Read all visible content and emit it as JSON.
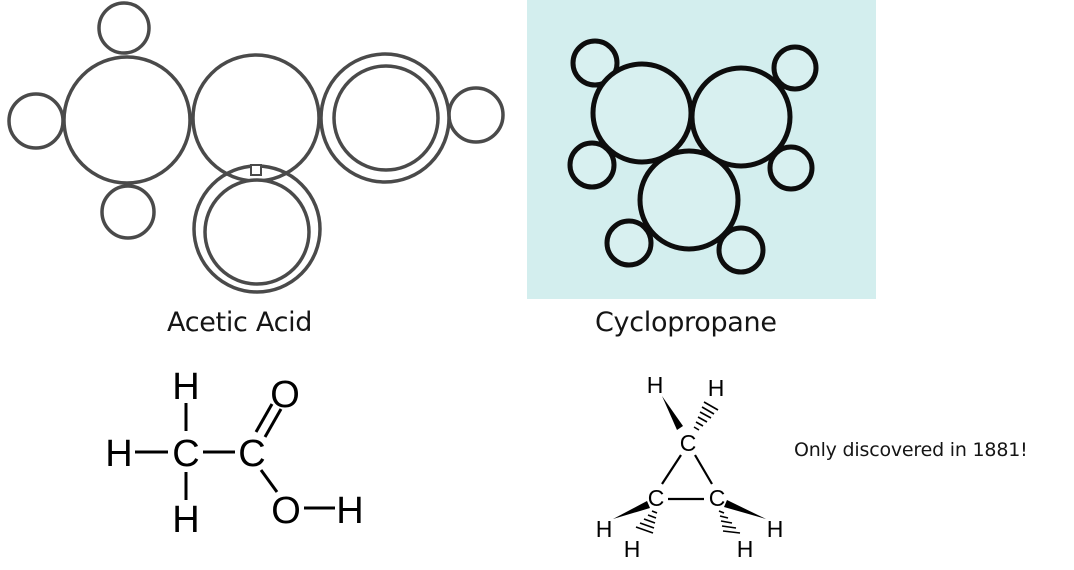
{
  "molecules": [
    {
      "name": "Acetic Acid",
      "model_style": "space-filling outline",
      "model_atoms": [
        {
          "element": "C",
          "role": "methyl-carbon"
        },
        {
          "element": "C",
          "role": "carboxyl-carbon"
        },
        {
          "element": "O",
          "role": "carbonyl-oxygen",
          "double_ring": true
        },
        {
          "element": "O",
          "role": "hydroxyl-oxygen",
          "double_ring": true
        },
        {
          "element": "H"
        },
        {
          "element": "H"
        },
        {
          "element": "H"
        },
        {
          "element": "H"
        }
      ],
      "structural_formula": {
        "atoms": {
          "h_top": "H",
          "h_left": "H",
          "h_bottom": "H",
          "c1": "C",
          "c2": "C",
          "o_double": "O",
          "o_single": "O",
          "h_oh": "H"
        },
        "bonds": [
          "H-C1",
          "H-C1",
          "H-C1",
          "C1-C2",
          "C2=O",
          "C2-O",
          "O-H"
        ]
      }
    },
    {
      "name": "Cyclopropane",
      "model_style": "space-filling outline on cyan background",
      "model_atoms": [
        {
          "element": "C"
        },
        {
          "element": "C"
        },
        {
          "element": "C"
        },
        {
          "element": "H"
        },
        {
          "element": "H"
        },
        {
          "element": "H"
        },
        {
          "element": "H"
        },
        {
          "element": "H"
        },
        {
          "element": "H"
        }
      ],
      "structural_formula": {
        "atoms": {
          "c_top": "C",
          "c_left": "C",
          "c_right": "C",
          "h1": "H",
          "h2": "H",
          "h3": "H",
          "h4": "H",
          "h5": "H",
          "h6": "H"
        },
        "bonds": [
          "C-C ring x3",
          "wedge and hash C-H bonds x6"
        ]
      },
      "note": "Only discovered in 1881!"
    }
  ],
  "colors": {
    "background": "#ffffff",
    "cyclopropane_panel": "#d3eeee",
    "acetic_outline": "#4a4a4a",
    "cyclopropane_outline": "#0d0d0d",
    "text": "#151515"
  }
}
